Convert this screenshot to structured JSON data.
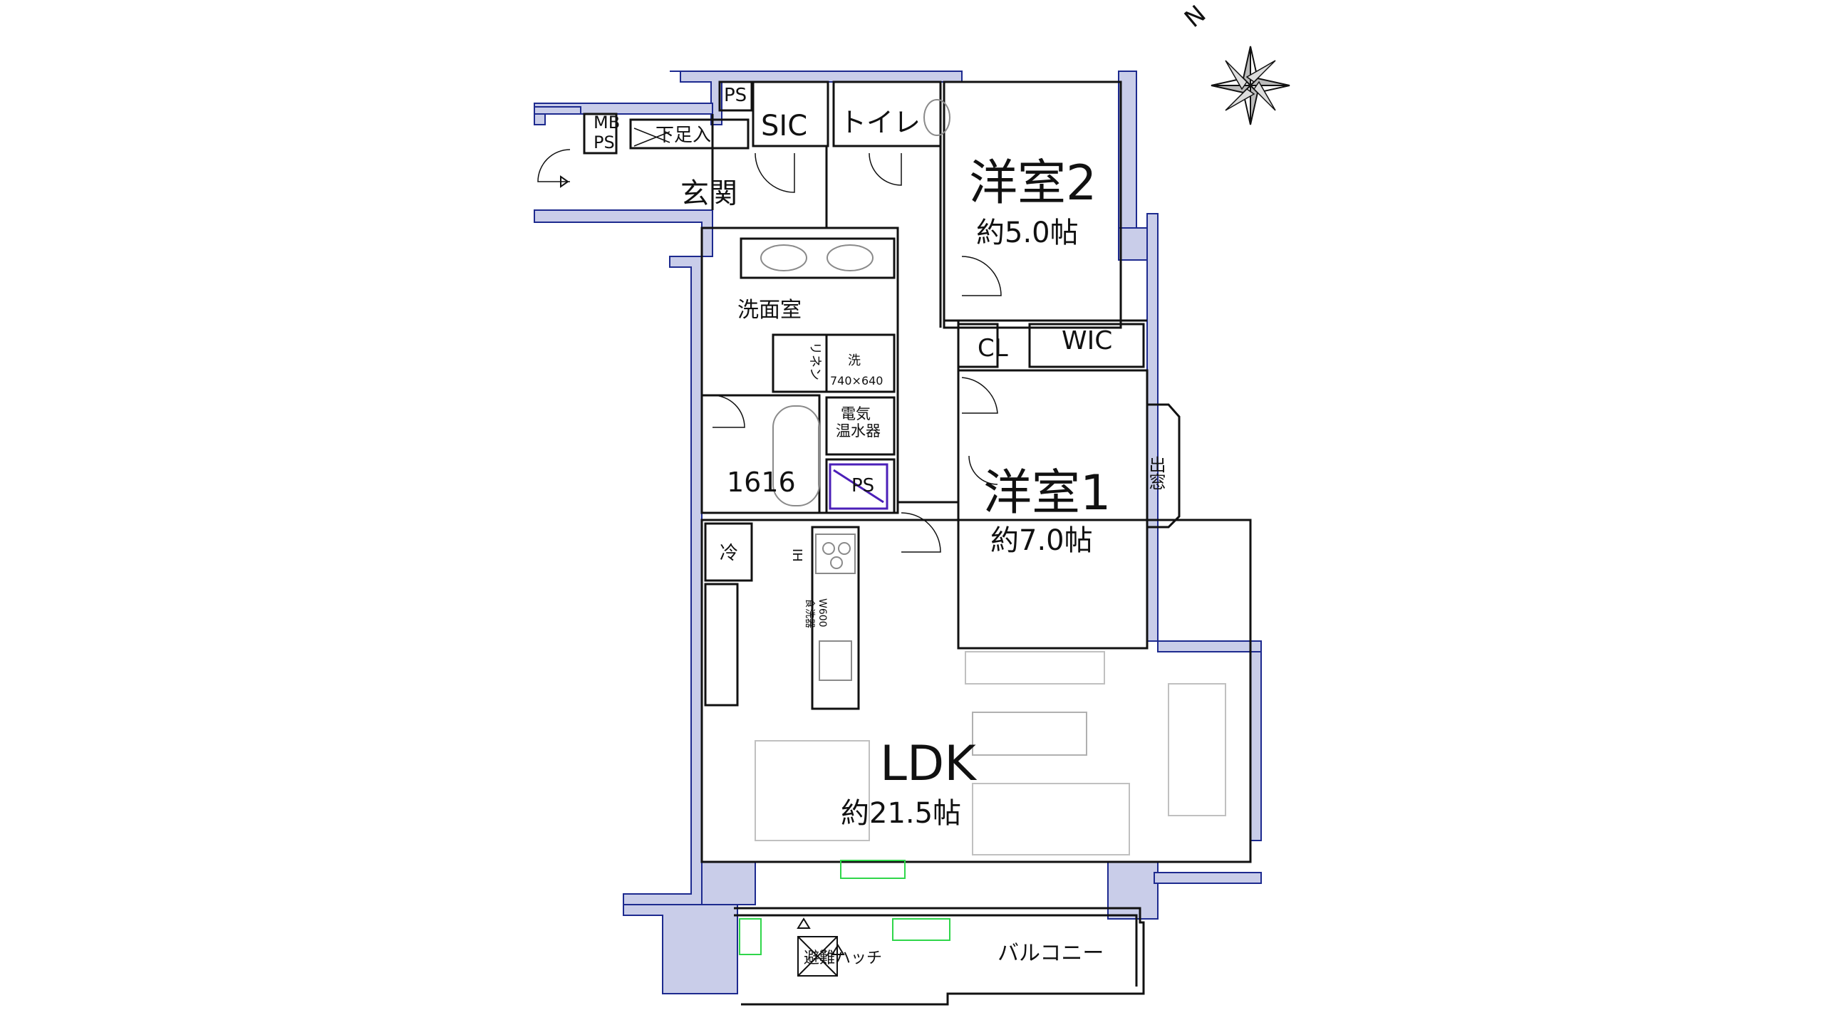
{
  "compass": {
    "north_label": "N"
  },
  "rooms": {
    "mbps_top": "MB",
    "mbps_bottom": "PS",
    "ps_top": "PS",
    "shoe_storage": "下足入",
    "sic": "SIC",
    "toilet": "トイレ",
    "entrance": "玄関",
    "washroom": "洗面室",
    "linen": "リネン",
    "washer": "洗",
    "washer_size": "740×640",
    "water_heater_line1": "電気",
    "water_heater_line2": "温水器",
    "ps_mid": "PS",
    "bath": "1616",
    "fridge": "冷",
    "ih": "IH",
    "dishwasher_line1": "W600",
    "dishwasher_line2": "食洗器",
    "bedroom2_name": "洋室2",
    "bedroom2_size": "約5.0帖",
    "cl": "CL",
    "wic": "WIC",
    "bay_window": "出窓",
    "bedroom1_name": "洋室1",
    "bedroom1_size": "約7.0帖",
    "ldk_name": "LDK",
    "ldk_size": "約21.5帖",
    "hatch": "避難ハッチ",
    "balcony": "バルコニー"
  },
  "colors": {
    "wall_fill": "#c9cde9",
    "wall_stroke": "#1d2a8f",
    "line": "#111111",
    "fixture_gray": "#8a8a8a",
    "green": "#2fd64a",
    "purple": "#4b1fb8"
  }
}
